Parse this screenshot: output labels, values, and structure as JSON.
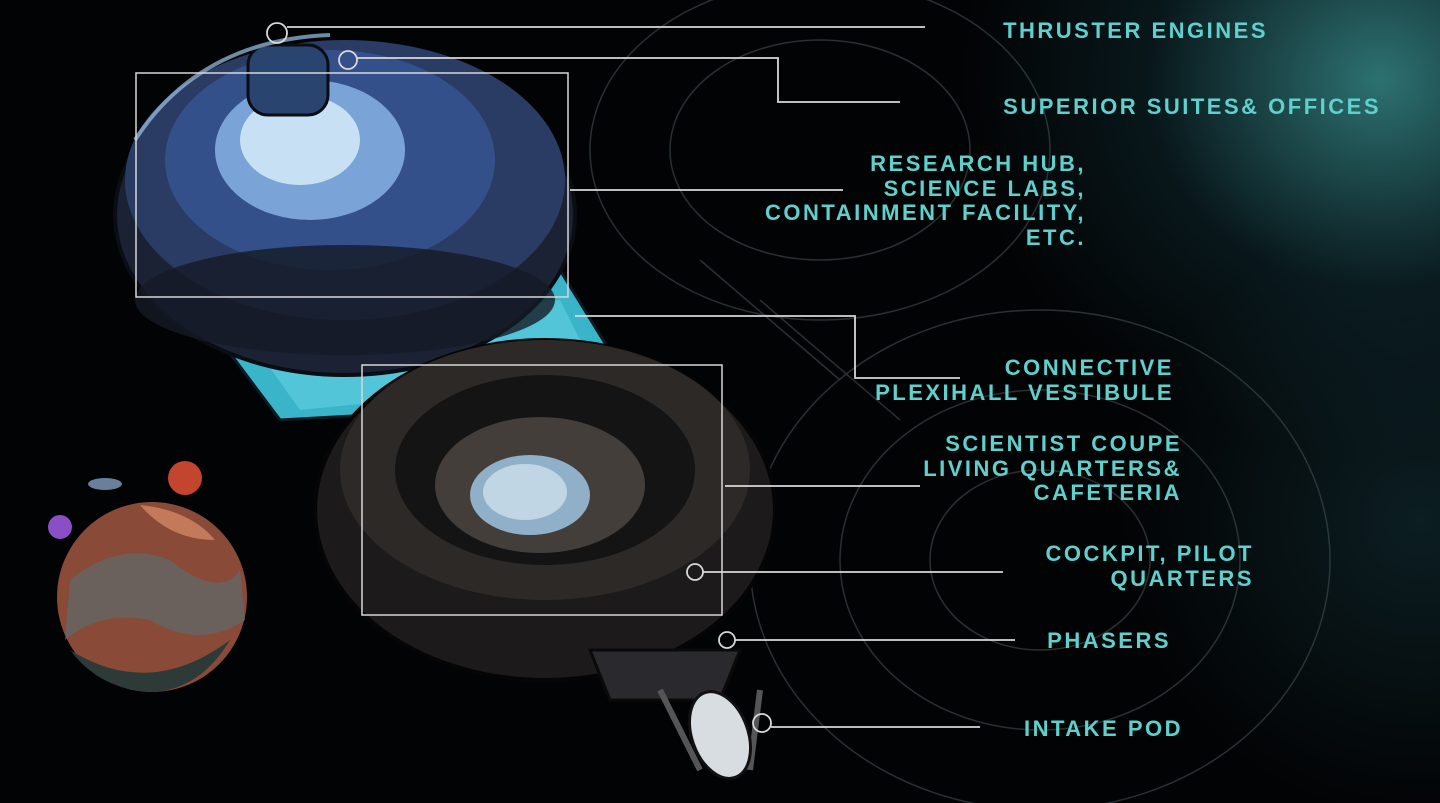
{
  "labels": {
    "thruster_engines": "THRUSTER ENGINES",
    "superior_suites": "SUPERIOR SUITES& OFFICES",
    "research": [
      "RESEARCH HUB,",
      "SCIENCE LABS,",
      "CONTAINMENT FACILITY,",
      "ETC."
    ],
    "connective": [
      "CONNECTIVE",
      "PLEXIHALL VESTIBULE"
    ],
    "scientist": [
      "SCIENTIST COUPE",
      "LIVING QUARTERS&",
      "CAFETERIA"
    ],
    "cockpit": [
      "COCKPIT, PILOT",
      "QUARTERS"
    ],
    "phasers": "PHASERS",
    "intake_pod": "INTAKE POD"
  },
  "colors": {
    "label": "#5fd0cc",
    "leader": "#d8d8d8",
    "background": "#020304"
  }
}
